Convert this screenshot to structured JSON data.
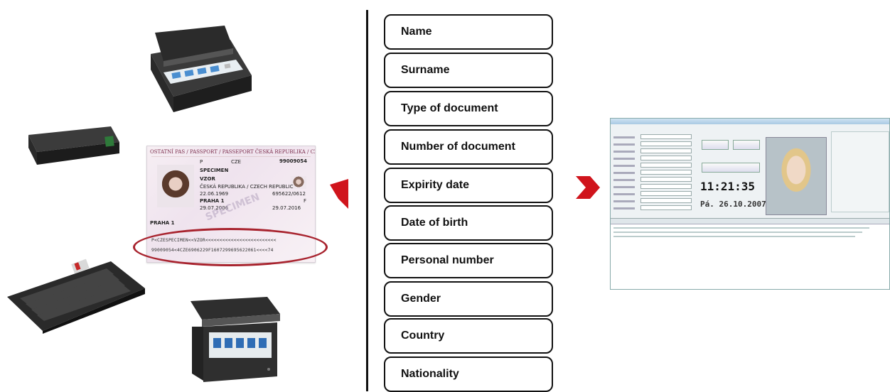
{
  "passport": {
    "header": "OSTATNÍ PAS / PASSPORT / PASSEPORT   ČESKÁ REPUBLIKA / CZECH REPUBLIC / RÉPUBLIQUE TCHÈQUE",
    "type": "P",
    "country_code": "CZE",
    "doc_number": "99009054",
    "surname": "SPECIMEN",
    "given_name": "VZOR",
    "nationality": "ČESKÁ REPUBLIKA / CZECH REPUBLIC",
    "birth_date": "22.06.1969",
    "personal_no": "695622/0612",
    "sex": "F",
    "birth_place": "PRAHA 1",
    "issue_date": "29.07.2006",
    "expiry_date": "29.07.2016",
    "authority": "PRAHA 1",
    "watermark": "SPECIMEN",
    "mrz_line1": "P<CZESPECIMEN<<VZOR<<<<<<<<<<<<<<<<<<<<<<<<<",
    "mrz_line2": "99009054<4CZE6906229F1607299695622061<<<<74"
  },
  "fields": [
    {
      "label": "Name"
    },
    {
      "label": "Surname"
    },
    {
      "label": "Type of document"
    },
    {
      "label": "Number of document"
    },
    {
      "label": "Expirity date"
    },
    {
      "label": "Date of birth"
    },
    {
      "label": "Personal number"
    },
    {
      "label": "Gender"
    },
    {
      "label": "Country"
    },
    {
      "label": "Nationality"
    }
  ],
  "app": {
    "clock": "11:21:35",
    "date": "Pá. 26.10.2007"
  },
  "colors": {
    "arrow": "#d0141c",
    "ellipse": "#a8232e",
    "divider": "#111111"
  },
  "icons": [
    "scanner-device-icon",
    "swipe-reader-icon",
    "keyboard-reader-icon",
    "kiosk-scanner-icon",
    "arrow-right-icon"
  ]
}
